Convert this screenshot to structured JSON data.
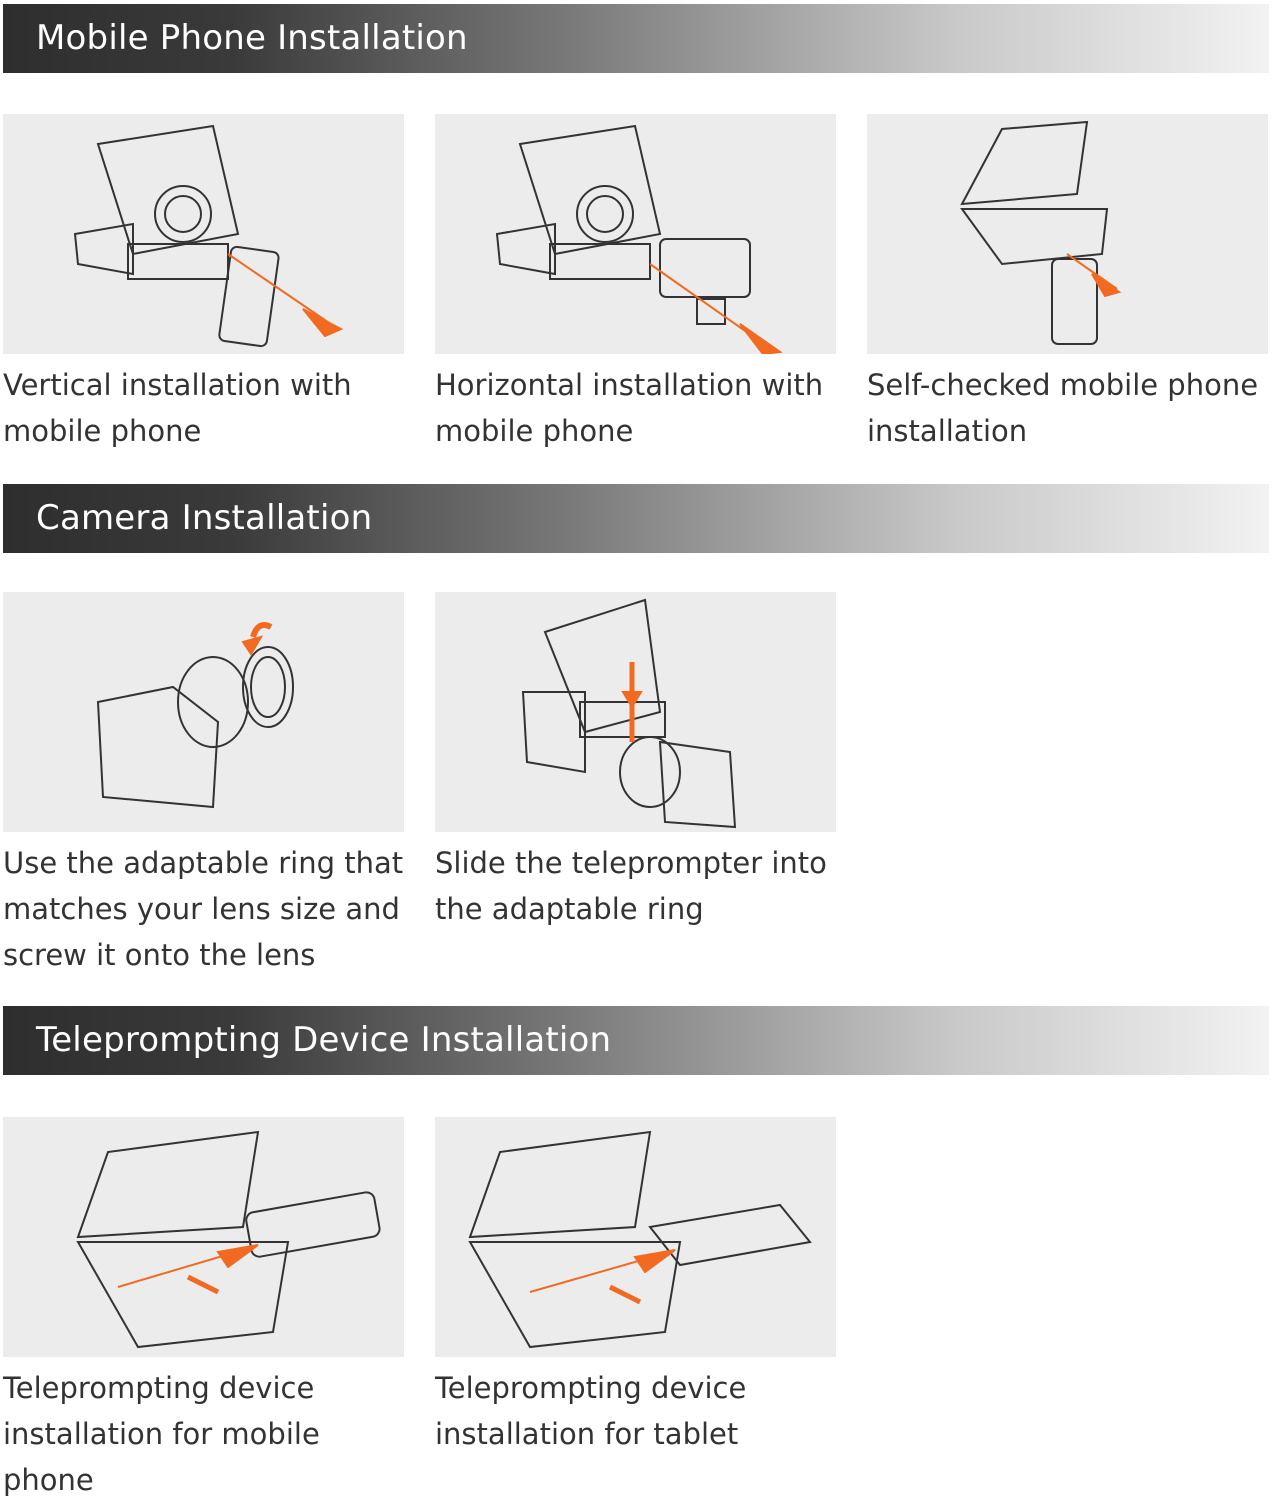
{
  "sections": [
    {
      "title": "Mobile Phone Installation",
      "items": [
        {
          "caption": "Vertical installation with mobile phone"
        },
        {
          "caption": "Horizontal installation with mobile phone"
        },
        {
          "caption": "Self-checked mobile phone installation"
        }
      ]
    },
    {
      "title": "Camera Installation",
      "items": [
        {
          "caption": "Use the adaptable ring that matches your lens size and screw it onto the lens"
        },
        {
          "caption": "Slide the teleprompter into the adaptable ring"
        }
      ]
    },
    {
      "title": "Teleprompting Device Installation",
      "items": [
        {
          "caption": "Teleprompting device installation for mobile phone"
        },
        {
          "caption": "Teleprompting device installation for tablet"
        }
      ]
    }
  ],
  "colors": {
    "accent": "#f26a21",
    "panel": "#ececec",
    "header_dark": "#2e2e2e"
  }
}
